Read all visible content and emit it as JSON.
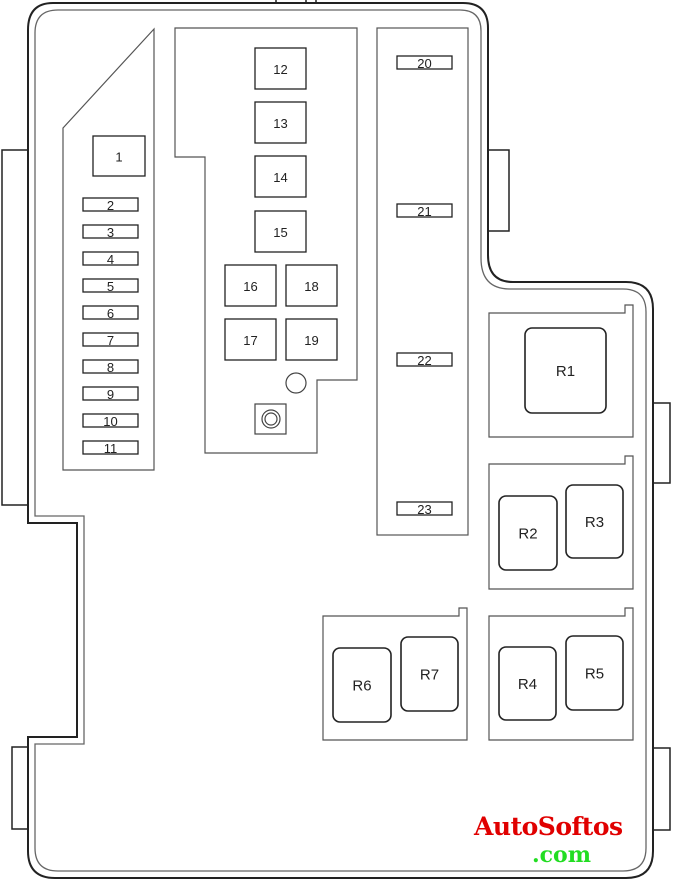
{
  "diagram": {
    "title": "Fuse box layout",
    "left_block_fuses": [
      "1",
      "2",
      "3",
      "4",
      "5",
      "6",
      "7",
      "8",
      "9",
      "10",
      "11"
    ],
    "center_block_fuses": [
      "12",
      "13",
      "14",
      "15",
      "16",
      "17",
      "18",
      "19"
    ],
    "right_strip_fuses": [
      "20",
      "21",
      "22",
      "23"
    ],
    "relays": [
      "R1",
      "R2",
      "R3",
      "R4",
      "R5",
      "R6",
      "R7"
    ]
  },
  "watermark": {
    "name": "AutoSoftos",
    "suffix": ".com",
    "name_color": "#e00000",
    "suffix_color": "#22dd22"
  },
  "colors": {
    "outline": "#222222",
    "inner_outline": "#666666"
  }
}
